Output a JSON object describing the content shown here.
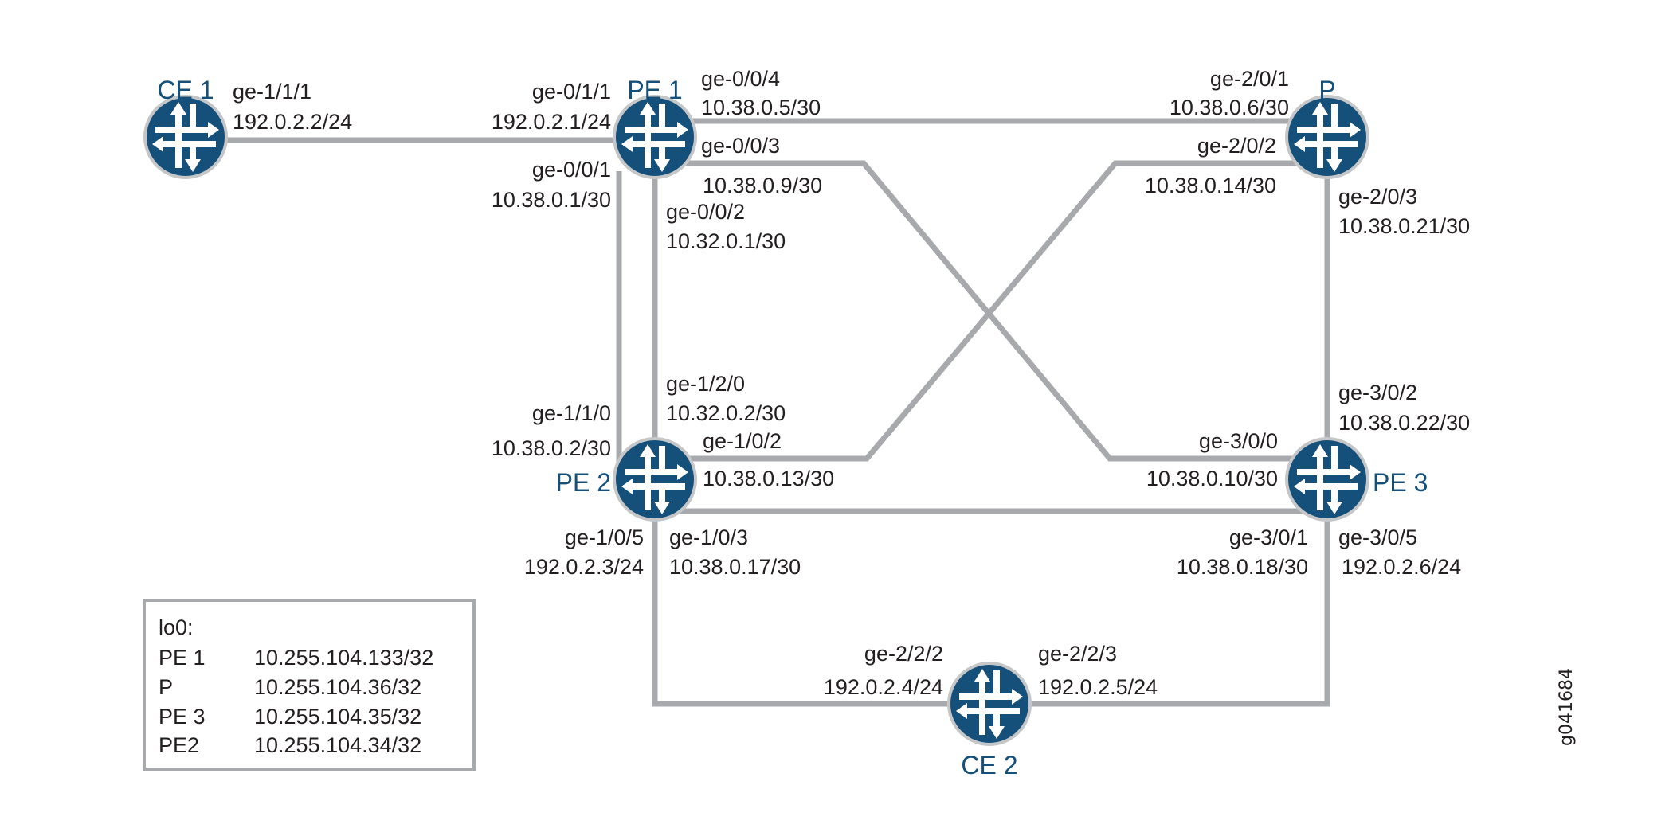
{
  "routers": {
    "ce1": {
      "name": "CE 1"
    },
    "pe1": {
      "name": "PE 1"
    },
    "p": {
      "name": "P"
    },
    "pe2": {
      "name": "PE 2"
    },
    "pe3": {
      "name": "PE 3"
    },
    "ce2": {
      "name": "CE 2"
    }
  },
  "interfaces": {
    "ce1_ge111": {
      "if": "ge-1/1/1",
      "ip": "192.0.2.2/24"
    },
    "pe1_ge011": {
      "if": "ge-0/1/1",
      "ip": "192.0.2.1/24"
    },
    "pe1_ge004": {
      "if": "ge-0/0/4",
      "ip": "10.38.0.5/30"
    },
    "pe1_ge003": {
      "if": "ge-0/0/3",
      "ip": "10.38.0.9/30"
    },
    "pe1_ge001": {
      "if": "ge-0/0/1",
      "ip": "10.38.0.1/30"
    },
    "pe1_ge002": {
      "if": "ge-0/0/2",
      "ip": "10.32.0.1/30"
    },
    "p_ge201": {
      "if": "ge-2/0/1",
      "ip": "10.38.0.6/30"
    },
    "p_ge202": {
      "if": "ge-2/0/2",
      "ip": "10.38.0.14/30"
    },
    "p_ge203": {
      "if": "ge-2/0/3",
      "ip": "10.38.0.21/30"
    },
    "pe2_ge120": {
      "if": "ge-1/2/0",
      "ip": "10.32.0.2/30"
    },
    "pe2_ge110": {
      "if": "ge-1/1/0",
      "ip": "10.38.0.2/30"
    },
    "pe2_ge102": {
      "if": "ge-1/0/2",
      "ip": "10.38.0.13/30"
    },
    "pe2_ge105": {
      "if": "ge-1/0/5",
      "ip": "192.0.2.3/24"
    },
    "pe2_ge103": {
      "if": "ge-1/0/3",
      "ip": "10.38.0.17/30"
    },
    "pe3_ge302": {
      "if": "ge-3/0/2",
      "ip": "10.38.0.22/30"
    },
    "pe3_ge300": {
      "if": "ge-3/0/0",
      "ip": "10.38.0.10/30"
    },
    "pe3_ge301": {
      "if": "ge-3/0/1",
      "ip": "10.38.0.18/30"
    },
    "pe3_ge305": {
      "if": "ge-3/0/5",
      "ip": "192.0.2.6/24"
    },
    "ce2_ge222": {
      "if": "ge-2/2/2",
      "ip": "192.0.2.4/24"
    },
    "ce2_ge223": {
      "if": "ge-2/2/3",
      "ip": "192.0.2.5/24"
    }
  },
  "legend": {
    "title": "lo0:",
    "rows": [
      {
        "router": "PE 1",
        "address": "10.255.104.133/32"
      },
      {
        "router": "P",
        "address": "10.255.104.36/32"
      },
      {
        "router": "PE 3",
        "address": "10.255.104.35/32"
      },
      {
        "router": "PE2",
        "address": "10.255.104.34/32"
      }
    ]
  },
  "figure_id": "g041684",
  "colors": {
    "router": "#15507a",
    "link": "#a7a9ac",
    "text": "#231f20"
  }
}
